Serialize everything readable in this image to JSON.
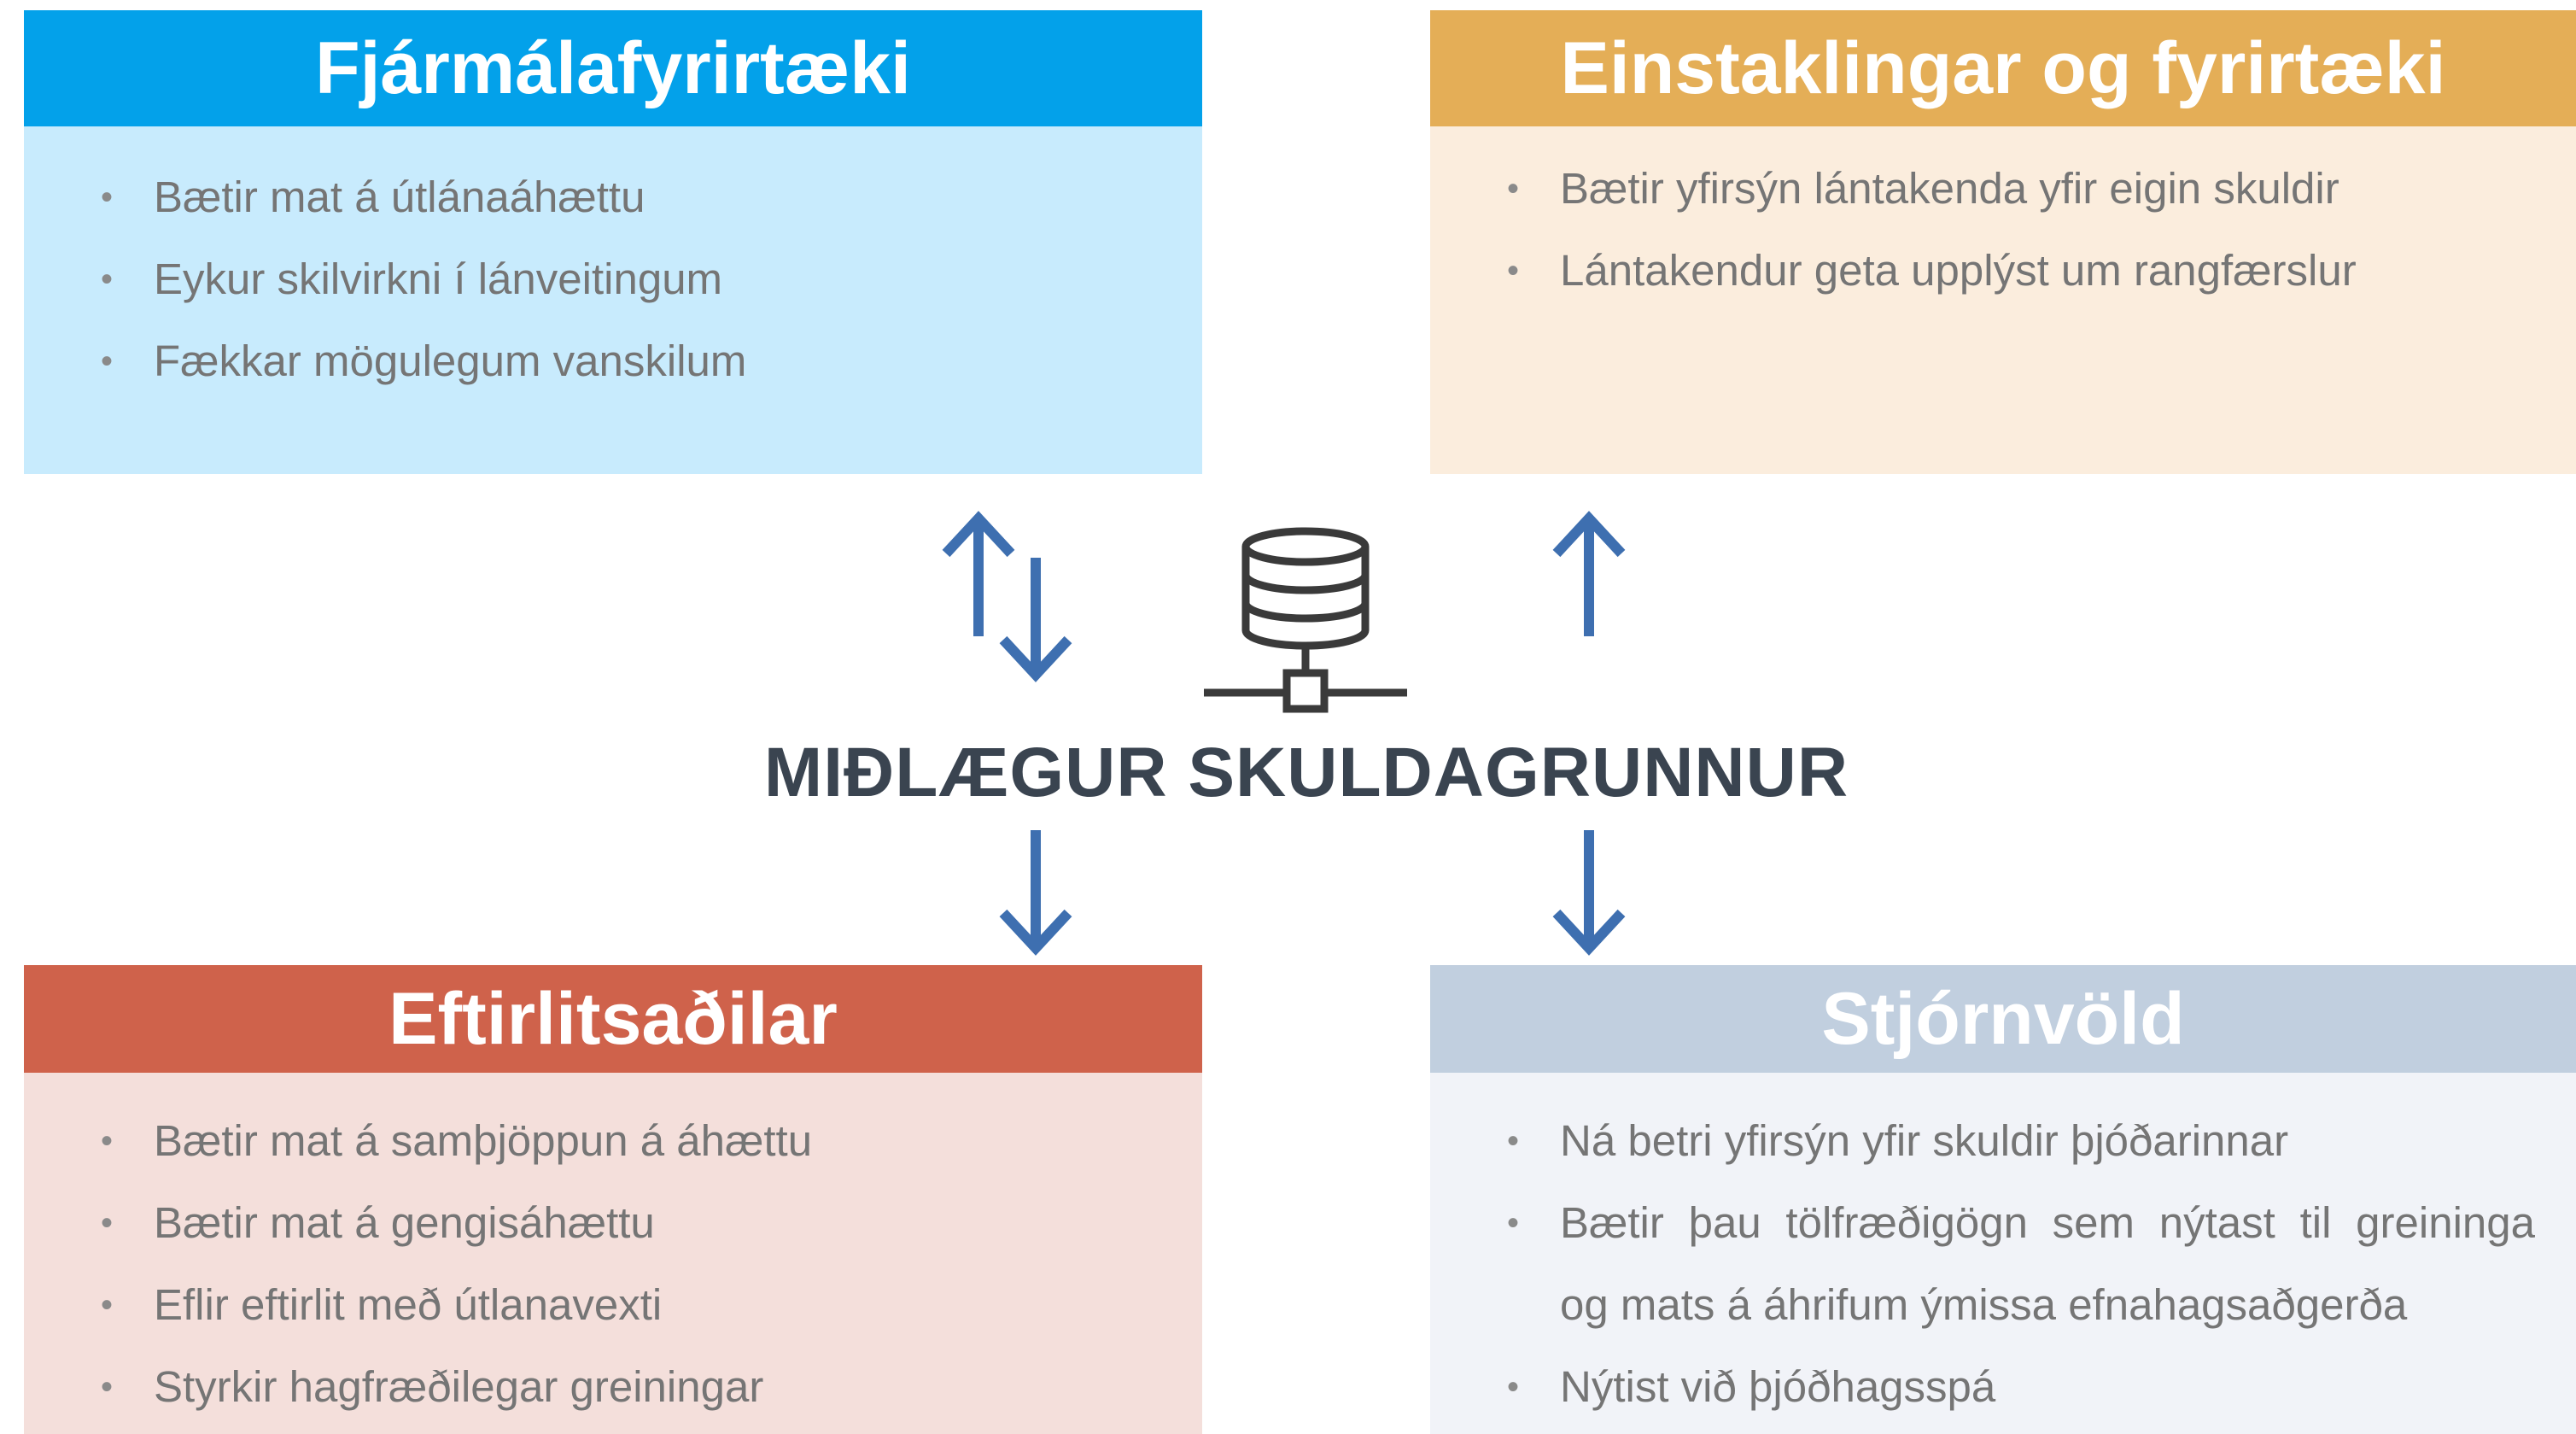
{
  "center": {
    "title": "MIÐLÆGUR SKULDAGRUNNUR",
    "icon": "database-network-icon"
  },
  "panels": {
    "financial": {
      "title": "Fjármálafyrirtæki",
      "color": "#03a1ea",
      "body_color": "#c8ebfd",
      "items": [
        "Bætir mat á útlánaáhættu",
        "Eykur skilvirkni í lánveitingum",
        "Fækkar mögulegum vanskilum"
      ]
    },
    "individuals": {
      "title": "Einstaklingar og fyrirtæki",
      "color": "#e4ae57",
      "body_color": "#fbeddd",
      "items": [
        "Bætir yfirsýn lántakenda yfir eigin skuldir",
        "Lántakendur geta upplýst um rangfærslur"
      ]
    },
    "supervisors": {
      "title": "Eftirlitsaðilar",
      "color": "#cf624b",
      "body_color": "#f4dfdb",
      "items": [
        "Bætir mat á samþjöppun á áhættu",
        "Bætir mat á gengisáhættu",
        "Eflir eftirlit með útlanavexti",
        "Styrkir hagfræðilegar greiningar"
      ]
    },
    "government": {
      "title": "Stjórnvöld",
      "color": "#c1cfdf",
      "body_color": "#f1f3f8",
      "items": [
        "Ná betri yfirsýn yfir skuldir þjóðarinnar",
        "Bætir þau tölfræðigögn sem nýtast til greininga",
        "og mats á áhrifum ýmissa efnahagsaðgerða",
        "Nýtist við þjóðhagsspá"
      ]
    }
  },
  "arrow_color": "#3e6fb0"
}
